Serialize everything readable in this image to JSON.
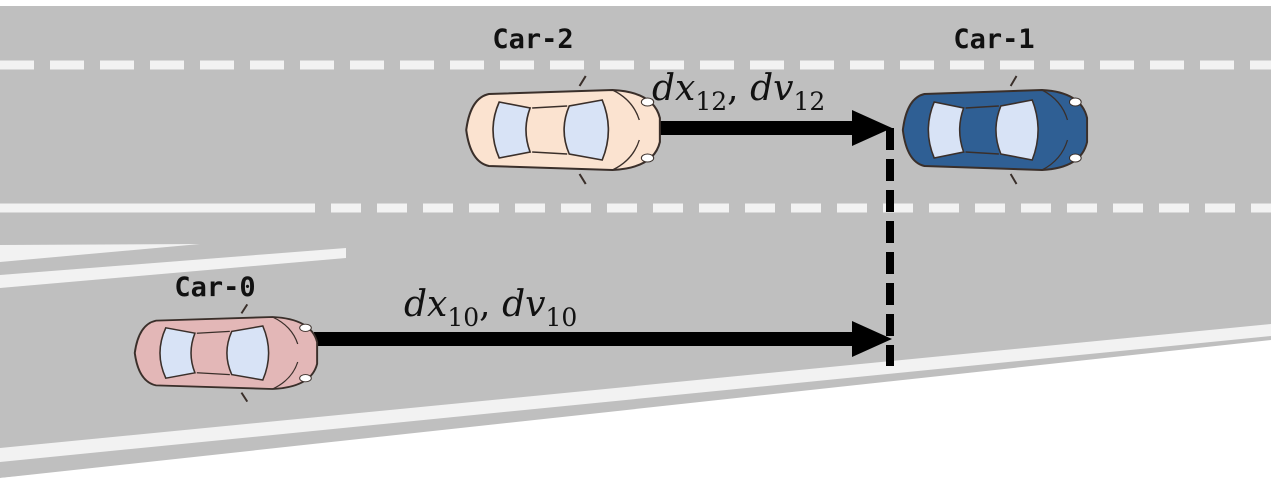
{
  "colors": {
    "road": "#bfbfbf",
    "lane_marking": "#f2f2f2",
    "arrow": "#000000",
    "car_0": "#e3b7b7",
    "car_1": "#2f5f94",
    "car_2": "#fbe3d0",
    "window": "#d8e3f6"
  },
  "icons": {
    "car_0": "car-topview-icon",
    "car_1": "car-topview-icon",
    "car_2": "car-topview-icon"
  },
  "cars": {
    "car_0": {
      "label": "Car-0"
    },
    "car_1": {
      "label": "Car-1"
    },
    "car_2": {
      "label": "Car-2"
    }
  },
  "relations": {
    "car_2_to_car_1": {
      "dx": "dx",
      "dx_sub": "12",
      "sep": ", ",
      "dv": "dv",
      "dv_sub": "12"
    },
    "car_0_to_car_1": {
      "dx": "dx",
      "dx_sub": "10",
      "sep": ", ",
      "dv": "dv",
      "dv_sub": "10"
    }
  }
}
